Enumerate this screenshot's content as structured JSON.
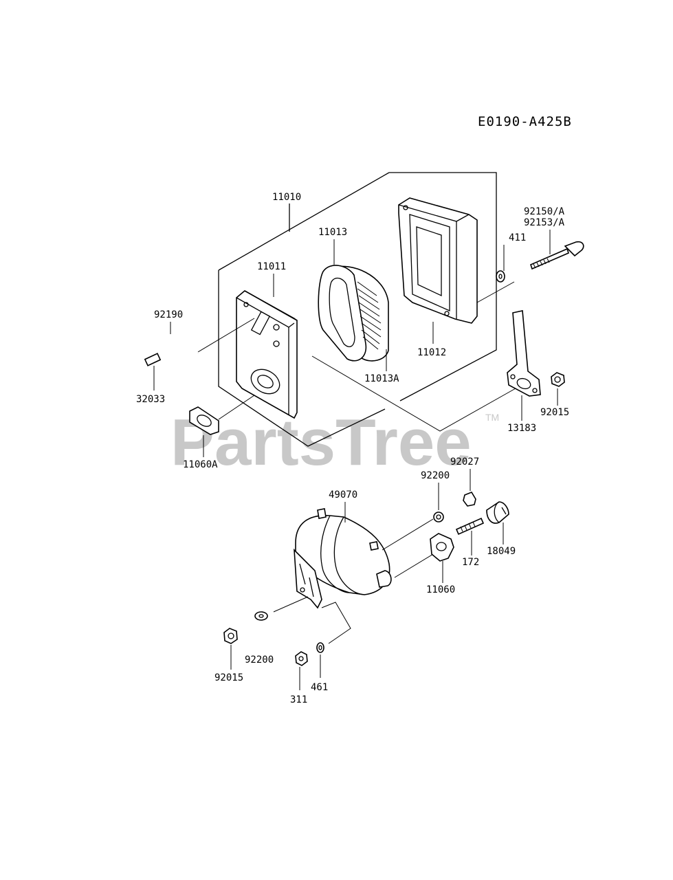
{
  "diagram_code": "E0190-A425B",
  "watermark": {
    "text": "PartsTree",
    "tm": "TM"
  },
  "labels": {
    "p11010": "11010",
    "p11013": "11013",
    "p11011": "11011",
    "p92150": "92150/A",
    "p92153": "92153/A",
    "p411": "411",
    "p92190": "92190",
    "p11012": "11012",
    "p11013A": "11013A",
    "p32033": "32033",
    "p92015a": "92015",
    "p13183": "13183",
    "p11060A": "11060A",
    "p92027": "92027",
    "p92200a": "92200",
    "p49070": "49070",
    "p172": "172",
    "p18049": "18049",
    "p11060": "11060",
    "p92200b": "92200",
    "p92015b": "92015",
    "p461": "461",
    "p311": "311"
  }
}
